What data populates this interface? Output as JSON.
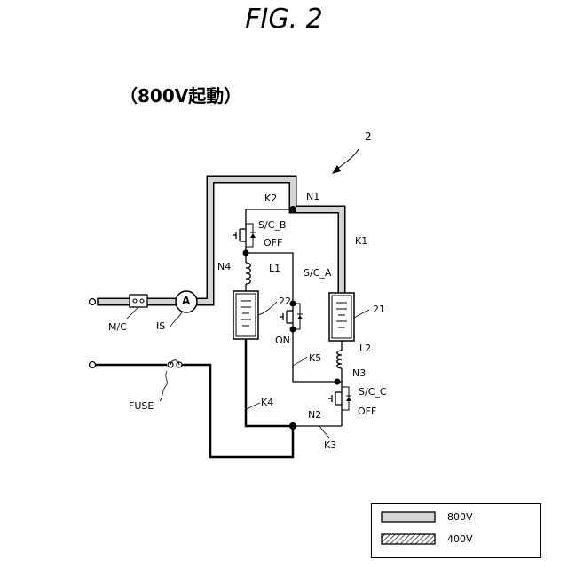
{
  "figure": {
    "title": "FIG. 2",
    "subtitle": "（800V起動）",
    "ref": "2"
  },
  "labels": {
    "n1": "N1",
    "n2": "N2",
    "n3": "N3",
    "n4": "N4",
    "k1": "K1",
    "k2": "K2",
    "k3": "K3",
    "k4": "K4",
    "k5": "K5",
    "l1": "L1",
    "l2": "L2",
    "sc_a": "S/C_A",
    "sc_b": "S/C_B",
    "sc_c": "S/C_C",
    "state_b": "OFF",
    "state_a": "ON",
    "state_c": "OFF",
    "cap22": "22",
    "cap21": "21",
    "mc": "M/C",
    "is": "IS",
    "fuse": "FUSE",
    "ammeter": "A"
  },
  "legend": {
    "entries": [
      {
        "label": "800V"
      },
      {
        "label": "400V"
      }
    ]
  },
  "colors": {
    "line": "#000000",
    "highlight_800v": "#d4d4d4",
    "background": "#ffffff"
  }
}
